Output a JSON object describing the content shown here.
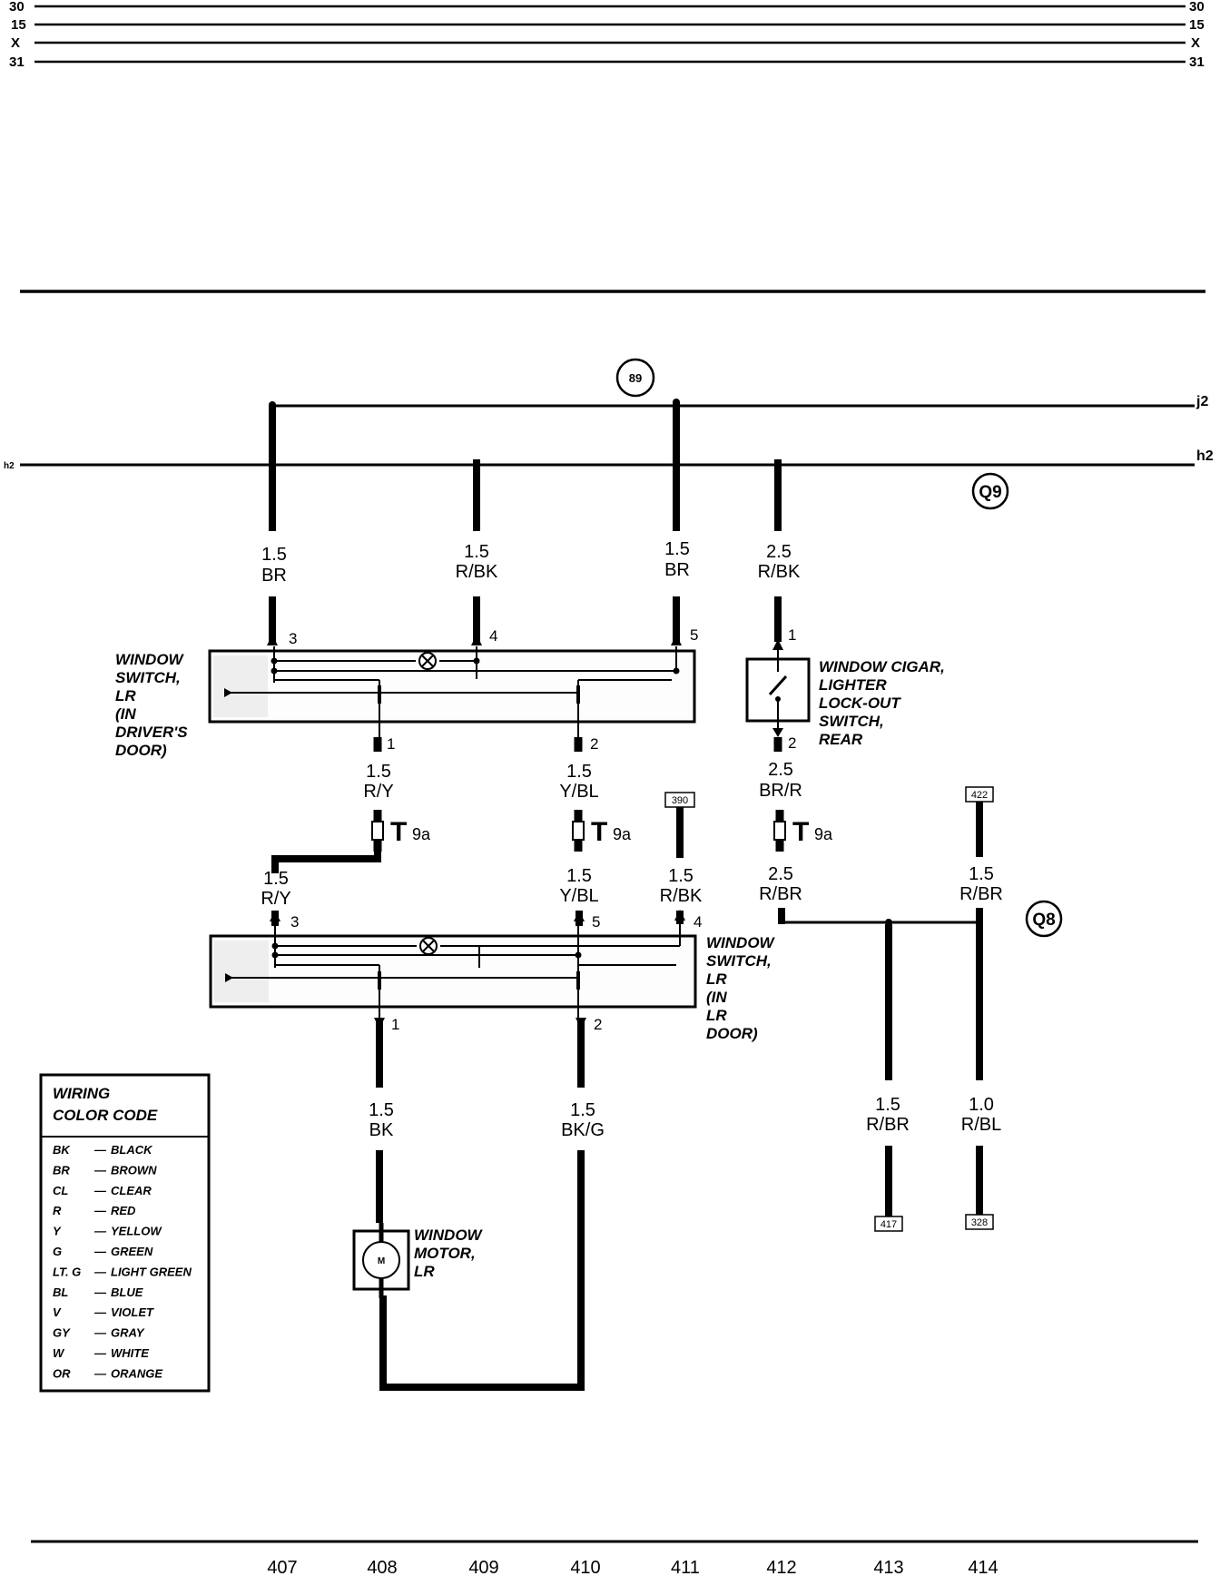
{
  "bus_lines": [
    {
      "left": "30",
      "right": "30"
    },
    {
      "left": "15",
      "right": "15"
    },
    {
      "left": "X",
      "right": "X"
    },
    {
      "left": "31",
      "right": "31"
    }
  ],
  "circle_refs": {
    "top": "89",
    "q9": "Q9",
    "q8": "Q8"
  },
  "bus_labels": {
    "j2_right": "j2",
    "h2_right": "h2",
    "h2_left": "h2"
  },
  "wires": {
    "w1": {
      "size": "1.5",
      "color": "BR"
    },
    "w2": {
      "size": "1.5",
      "color": "R/BK"
    },
    "w3": {
      "size": "1.5",
      "color": "BR"
    },
    "w4": {
      "size": "2.5",
      "color": "R/BK"
    },
    "w5": {
      "size": "1.5",
      "color": "R/Y"
    },
    "w6": {
      "size": "1.5",
      "color": "Y/BL"
    },
    "w7": {
      "size": "2.5",
      "color": "BR/R"
    },
    "w8": {
      "size": "1.5",
      "color": "R/Y"
    },
    "w9": {
      "size": "1.5",
      "color": "Y/BL"
    },
    "w10": {
      "size": "1.5",
      "color": "R/BK"
    },
    "w11": {
      "size": "2.5",
      "color": "R/BR"
    },
    "w12": {
      "size": "1.5",
      "color": "R/BR"
    },
    "w13": {
      "size": "1.5",
      "color": "BK"
    },
    "w14": {
      "size": "1.5",
      "color": "BK/G"
    },
    "w15": {
      "size": "1.5",
      "color": "R/BR"
    },
    "w16": {
      "size": "1.0",
      "color": "R/BL"
    }
  },
  "pins": {
    "s1_3": "3",
    "s1_4": "4",
    "s1_5": "5",
    "s1_1": "1",
    "s1_2": "2",
    "lk_1": "1",
    "lk_2": "2",
    "s2_3": "3",
    "s2_5": "5",
    "s2_4": "4",
    "s2_1": "1",
    "s2_2": "2"
  },
  "connectors": {
    "t1": {
      "letter": "T",
      "sub": "9a"
    },
    "t2": {
      "letter": "T",
      "sub": "9a"
    },
    "t3": {
      "letter": "T",
      "sub": "9a"
    }
  },
  "components": {
    "switch_drv": [
      "WINDOW",
      "SWITCH,",
      "LR",
      "(IN",
      "DRIVER'S",
      "DOOR)"
    ],
    "lockout": [
      "WINDOW CIGAR,",
      "LIGHTER",
      "LOCK-OUT",
      "SWITCH,",
      "REAR"
    ],
    "switch_lr": [
      "WINDOW",
      "SWITCH,",
      "LR",
      "(IN",
      "LR",
      "DOOR)"
    ],
    "motor": [
      "WINDOW",
      "MOTOR,",
      "LR"
    ],
    "motor_symbol": "M"
  },
  "ref_boxes": {
    "r390": "390",
    "r422": "422",
    "r417": "417",
    "r328": "328"
  },
  "color_code": {
    "title": [
      "WIRING",
      "COLOR CODE"
    ],
    "entries": [
      {
        "code": "BK",
        "name": "BLACK"
      },
      {
        "code": "BR",
        "name": "BROWN"
      },
      {
        "code": "CL",
        "name": "CLEAR"
      },
      {
        "code": "R",
        "name": "RED"
      },
      {
        "code": "Y",
        "name": "YELLOW"
      },
      {
        "code": "G",
        "name": "GREEN"
      },
      {
        "code": "LT. G",
        "name": "LIGHT GREEN"
      },
      {
        "code": "BL",
        "name": "BLUE"
      },
      {
        "code": "V",
        "name": "VIOLET"
      },
      {
        "code": "GY",
        "name": "GRAY"
      },
      {
        "code": "W",
        "name": "WHITE"
      },
      {
        "code": "OR",
        "name": "ORANGE"
      }
    ]
  },
  "columns": [
    "407",
    "408",
    "409",
    "410",
    "411",
    "412",
    "413",
    "414"
  ]
}
